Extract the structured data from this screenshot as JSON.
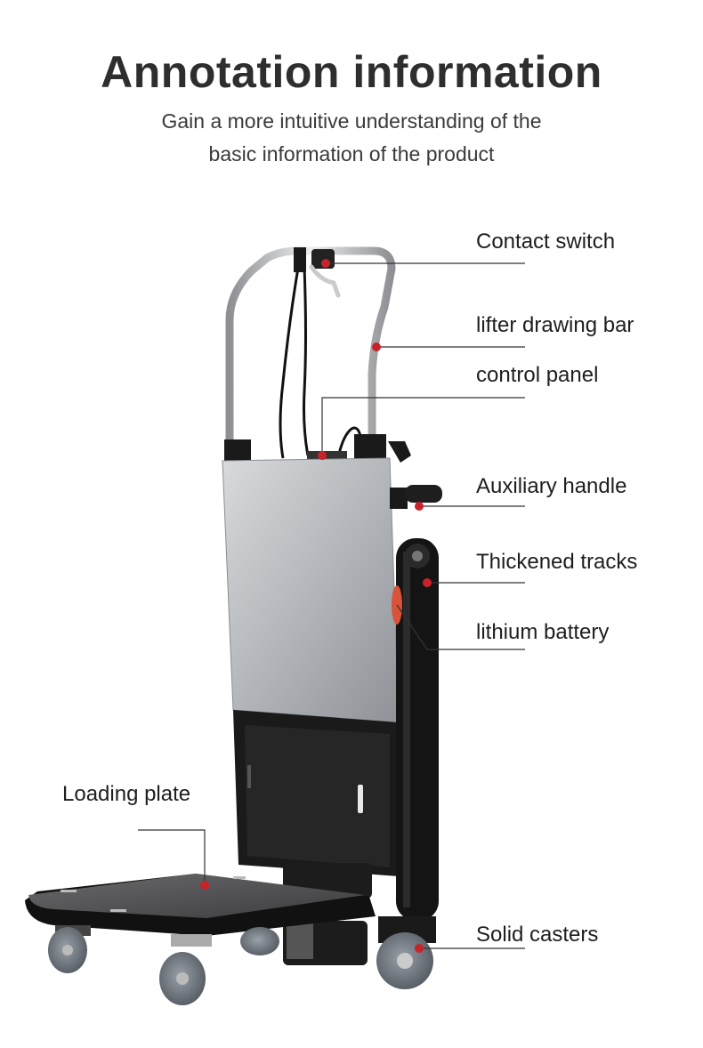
{
  "header": {
    "title": "Annotation information",
    "subtitle_line1": "Gain a more intuitive understanding of the",
    "subtitle_line2": "basic information of the product"
  },
  "annotations": {
    "contact_switch": "Contact switch",
    "lifter_drawing_bar": "lifter drawing bar",
    "control_panel": "control panel",
    "auxiliary_handle": "Auxiliary handle",
    "thickened_tracks": "Thickened tracks",
    "lithium_battery": "lithium battery",
    "loading_plate": "Loading plate",
    "solid_casters": "Solid casters"
  },
  "colors": {
    "marker": "#c8232a",
    "leader_line": "#333333",
    "steel_panel": "#b9bcc0",
    "frame": "#1a1a1a"
  }
}
